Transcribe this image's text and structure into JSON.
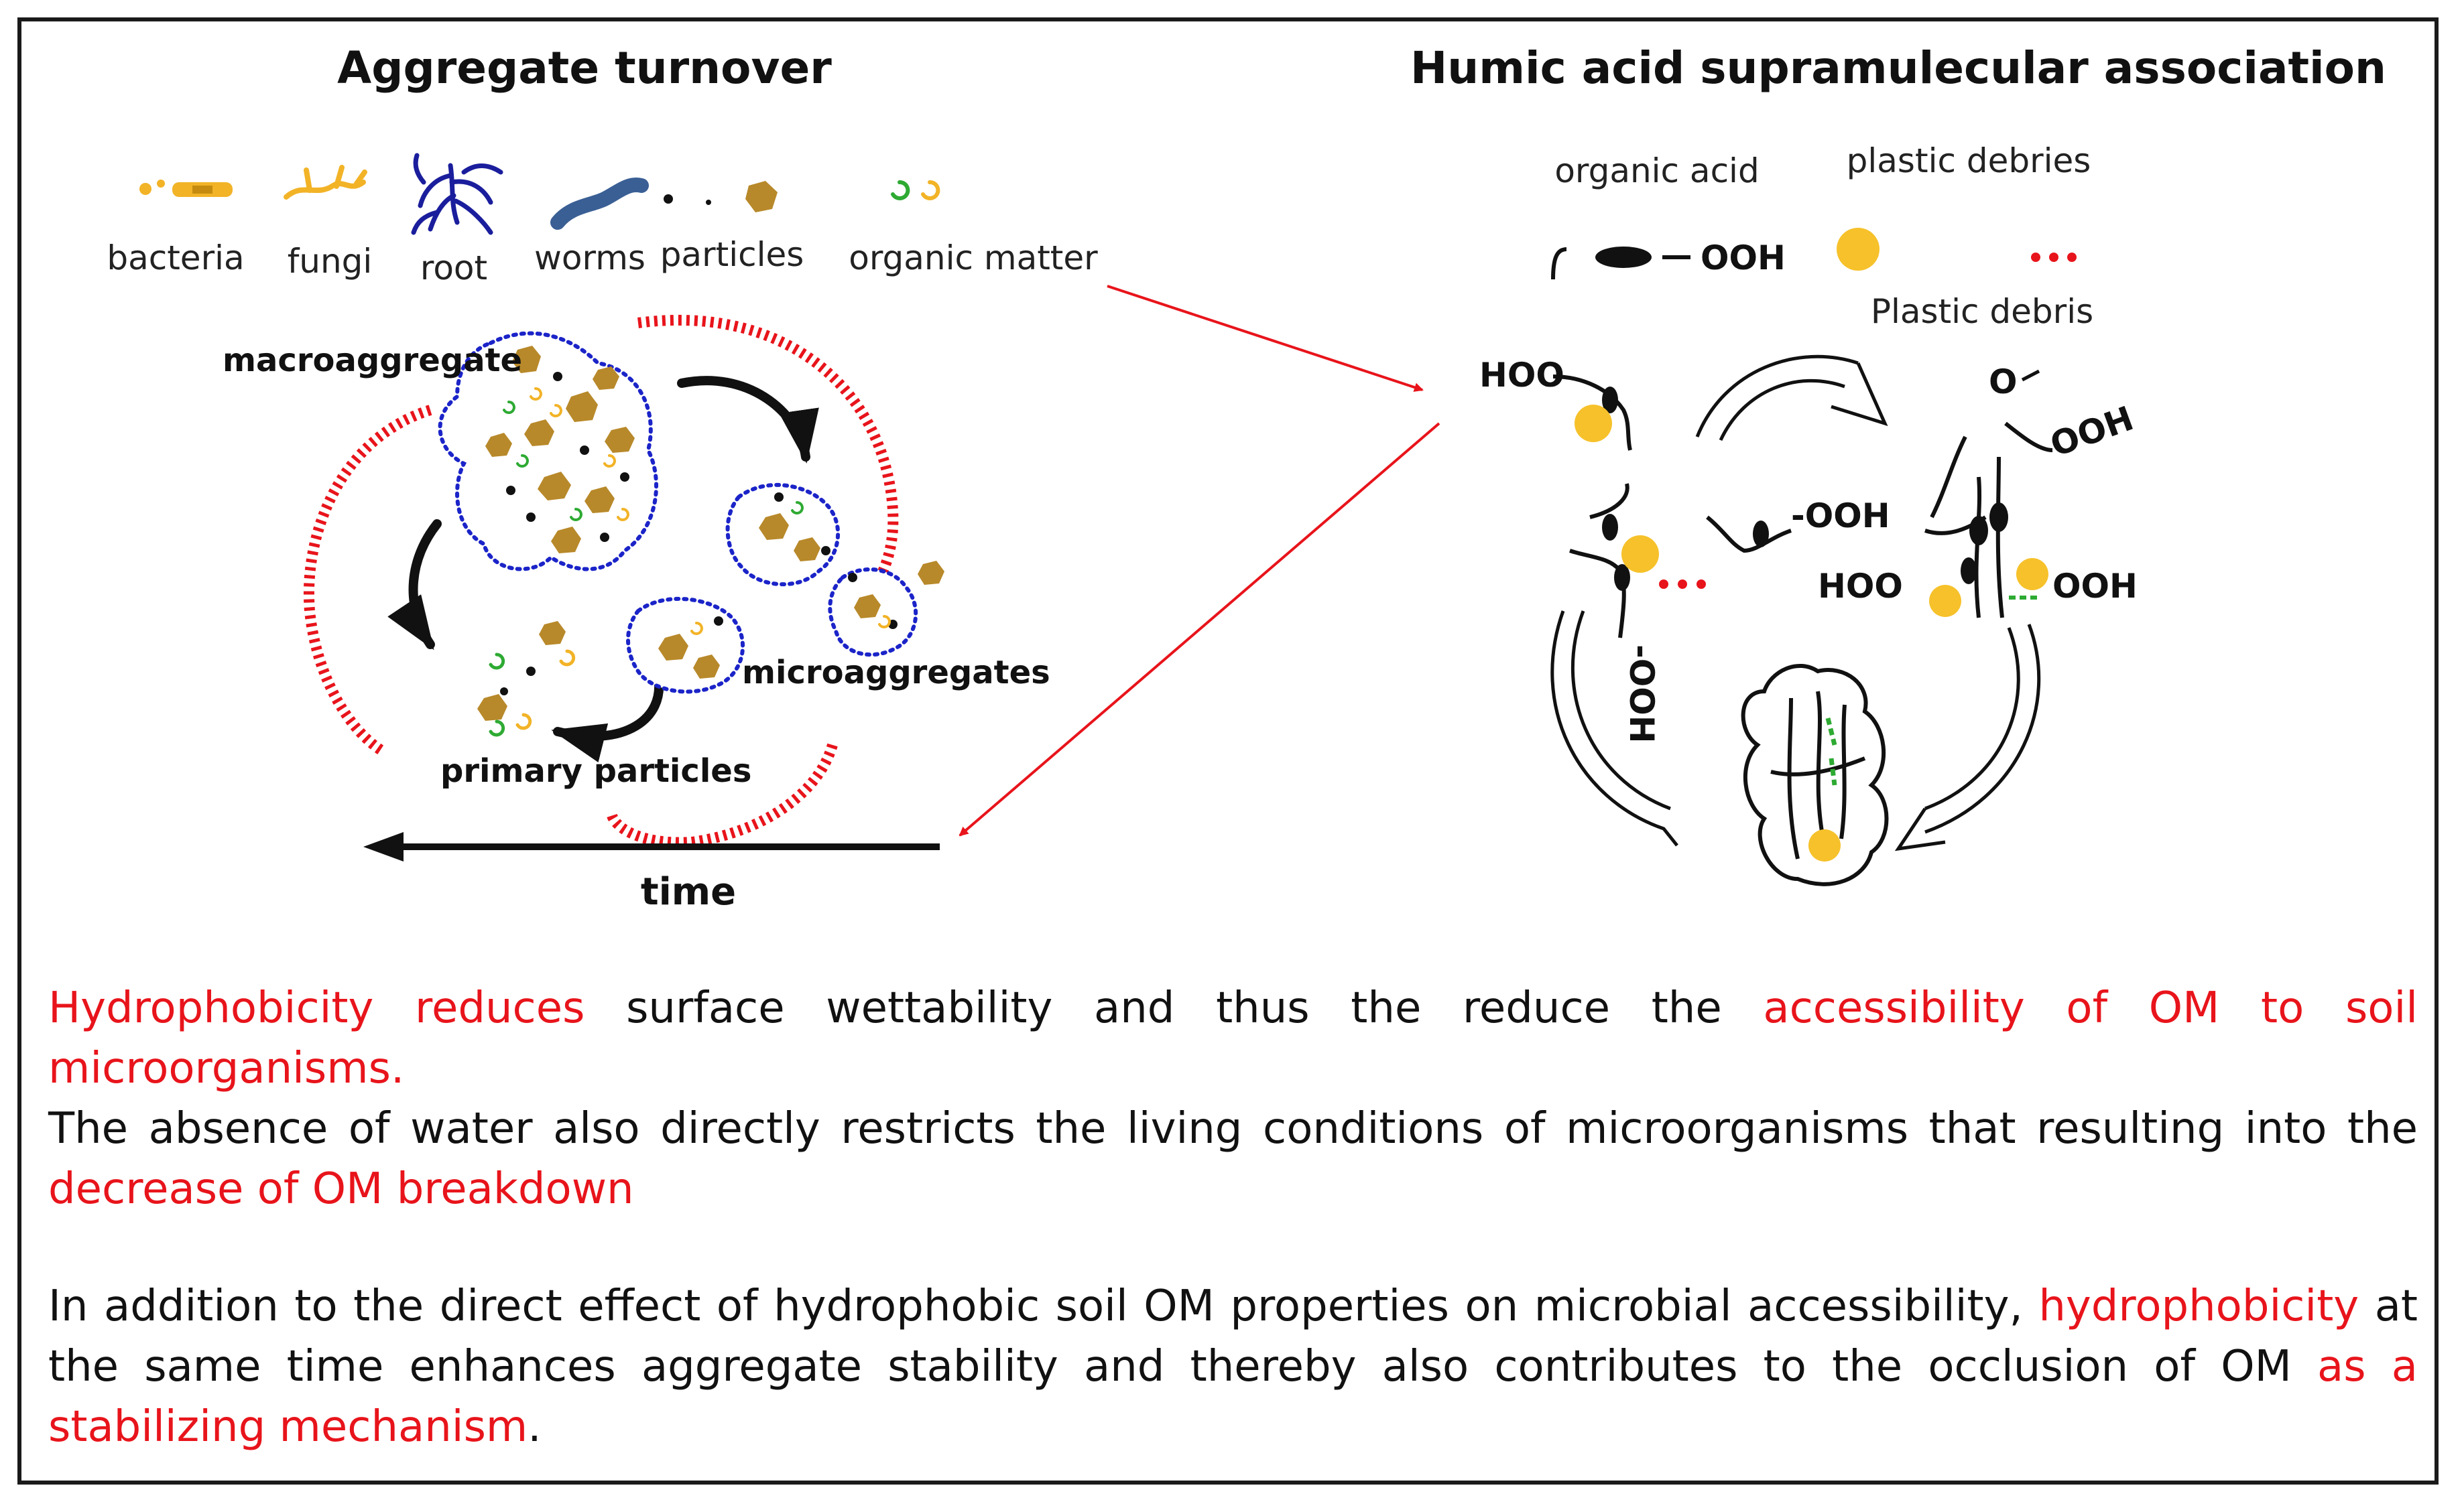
{
  "titles": {
    "left": "Aggregate turnover",
    "right": "Humic acid supramulecular association"
  },
  "legend_left": {
    "bacteria": "bacteria",
    "fungi": "fungi",
    "root": "root",
    "worms": "worms",
    "particles": "particles",
    "organic_matter": "organic matter"
  },
  "legend_right": {
    "organic_acid": "organic acid",
    "plastic_debries": "plastic debries",
    "plastic_debris": "Plastic debris",
    "ooh": "OOH"
  },
  "stages": {
    "macroaggregate": "macroaggregate",
    "microaggregates": "microaggregates",
    "primary_particles": "primary particles",
    "time": "time"
  },
  "chem_labels": {
    "hoo_top": "HOO",
    "ooh_mid": "-OOH",
    "ooh_right_top": "OOH",
    "hoo_right": "HOO",
    "ooh_right": "OOH",
    "ooh_vertical": "-OOH",
    "o_top": "O"
  },
  "paragraphs": {
    "p1": {
      "red1": "Hydrophobicity reduces",
      "black1": " surface wettability and thus the reduce the ",
      "red2": "accessibility of OM to soil microorganisms."
    },
    "p2": {
      "black1": "The absence of water also directly restricts the living conditions of microorganisms that resulting into the ",
      "red1": "decrease of OM breakdown"
    },
    "p3": {
      "black1": "In addition to the direct effect of hydrophobic soil OM properties on microbial accessibility, ",
      "red1": "hydrophobicity",
      "black2": " at the same time enhances aggregate stability and thereby also contributes to the occlusion of OM ",
      "red2": "as a stabilizing mechanism",
      "black3": "."
    }
  },
  "colors": {
    "accent_red": "#e8141b",
    "particle_brown": "#b8892a",
    "bacteria_orange": "#f2b327",
    "root_blue": "#1a1e9c",
    "worm_blue": "#3a5f95",
    "om_green": "#2eaa33",
    "plastic_yellow": "#f6c12a",
    "outline_blue": "#1b24c8"
  }
}
